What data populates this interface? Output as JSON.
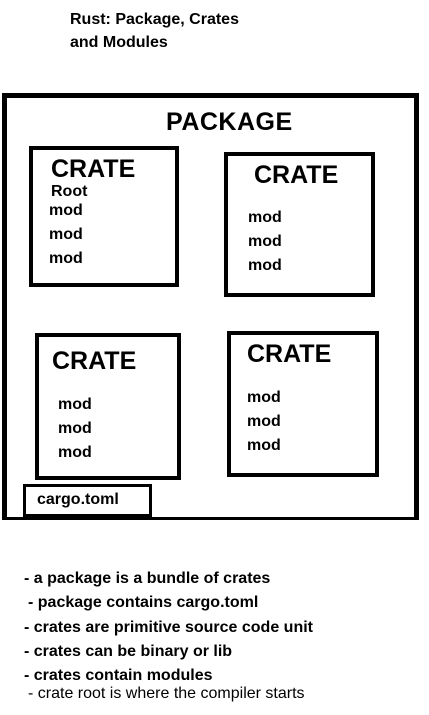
{
  "title": {
    "line1": "Rust: Package, Crates",
    "line2": "and Modules"
  },
  "package": {
    "label": "PACKAGE",
    "crates": [
      {
        "label": "CRATE",
        "root": "Root",
        "mods": [
          "mod",
          "mod",
          "mod"
        ]
      },
      {
        "label": "CRATE",
        "mods": [
          "mod",
          "mod",
          "mod"
        ]
      },
      {
        "label": "CRATE",
        "mods": [
          "mod",
          "mod",
          "mod"
        ]
      },
      {
        "label": "CRATE",
        "mods": [
          "mod",
          "mod",
          "mod"
        ]
      }
    ],
    "cargo": "cargo.toml"
  },
  "notes": [
    "- a package is a bundle of crates",
    "- package contains cargo.toml",
    "- crates are primitive source code unit",
    "- crates can be binary or lib",
    "- crates contain modules",
    "- crate root is where the compiler starts"
  ]
}
